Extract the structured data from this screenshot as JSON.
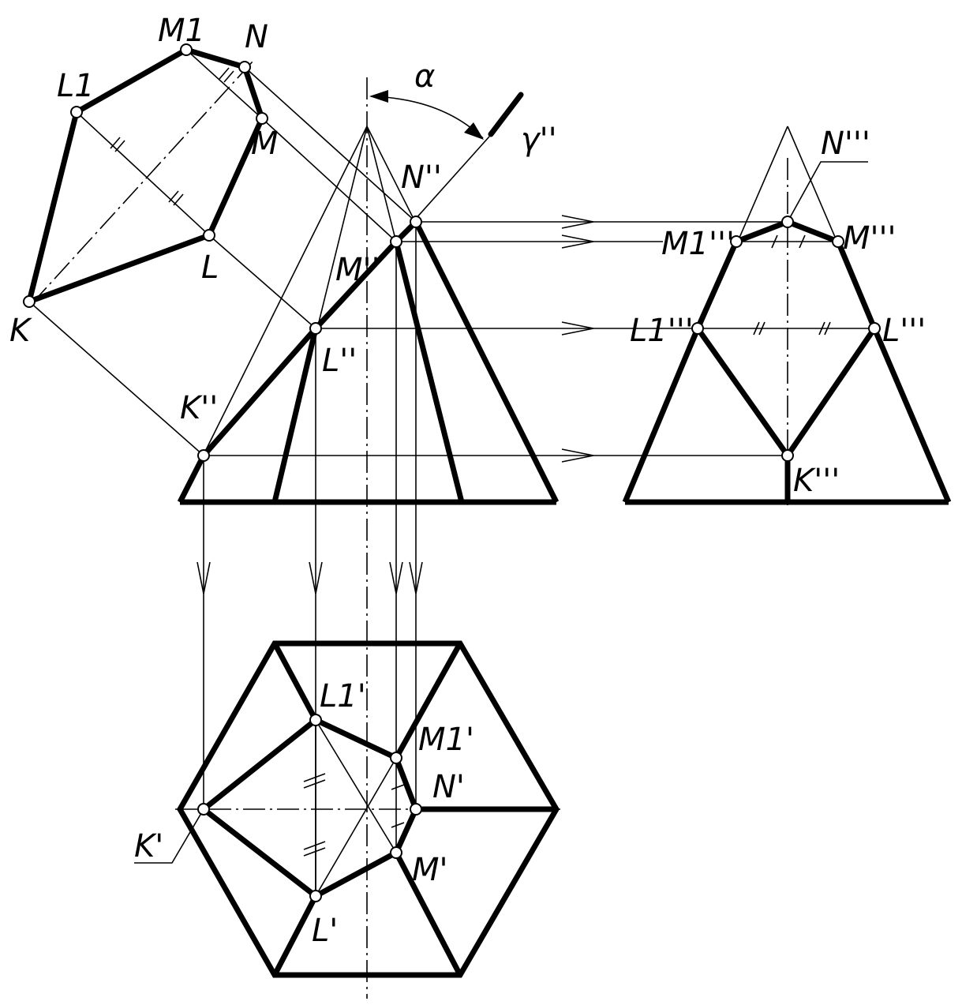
{
  "labels": {
    "M1": "M1",
    "N": "N",
    "L1": "L1",
    "M": "M",
    "L": "L",
    "K": "K",
    "alpha": "α",
    "gamma2": "γ''",
    "N2": "N''",
    "M2": "M''",
    "L2": "L''",
    "K2": "K''",
    "N3": "N'''",
    "M1_3": "M1'''",
    "M3": "M'''",
    "L1_3": "L1'''",
    "L3": "L'''",
    "K3": "K'''",
    "L1_1": "L1'",
    "M1_1": "M1'",
    "N1": "N'",
    "K1": "K'",
    "M1p": "M'",
    "L1p": "L'"
  }
}
